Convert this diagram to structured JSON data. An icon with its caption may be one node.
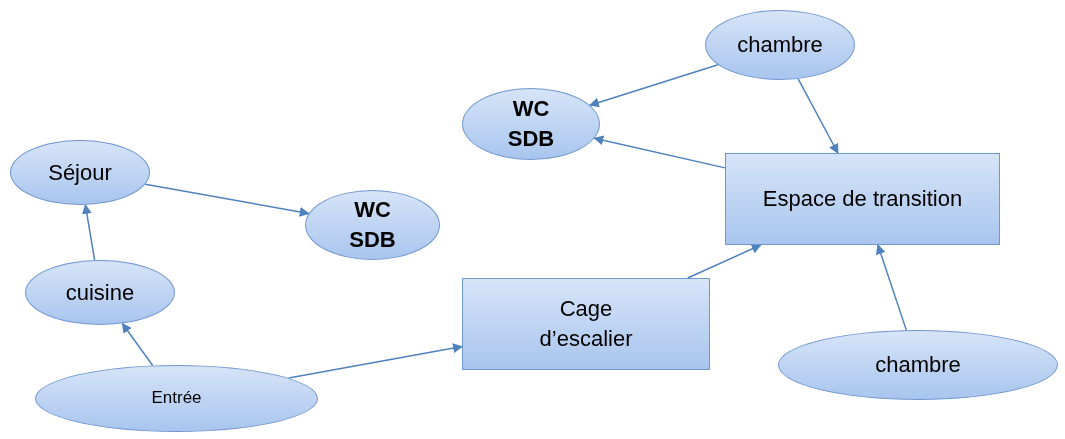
{
  "diagram": {
    "nodes": [
      {
        "text": [
          "chambre"
        ]
      },
      {
        "text": [
          "WC SDB"
        ]
      },
      {
        "text": [
          "Séjour"
        ]
      },
      {
        "text": [
          "WC SDB"
        ]
      },
      {
        "text": [
          "Espace de transition"
        ]
      },
      {
        "text": [
          "cuisine"
        ]
      },
      {
        "text": [
          "Cage d’escalier"
        ]
      },
      {
        "text": [
          "chambre"
        ]
      },
      {
        "text": [
          "Entrée"
        ]
      }
    ],
    "edges": [
      {
        "from": 0,
        "to": 1,
        "arrow": "to"
      },
      {
        "from": 0,
        "to": 4,
        "arrow": "to"
      },
      {
        "from": 4,
        "to": 1,
        "arrow": "to"
      },
      {
        "from": 2,
        "to": 3,
        "arrow": "to"
      },
      {
        "from": 5,
        "to": 2,
        "arrow": "to"
      },
      {
        "from": 8,
        "to": 5,
        "arrow": "to"
      },
      {
        "from": 8,
        "to": 6,
        "arrow": "to"
      },
      {
        "from": 6,
        "to": 4,
        "arrow": "to"
      },
      {
        "from": 7,
        "to": 4,
        "arrow": "to"
      }
    ]
  }
}
